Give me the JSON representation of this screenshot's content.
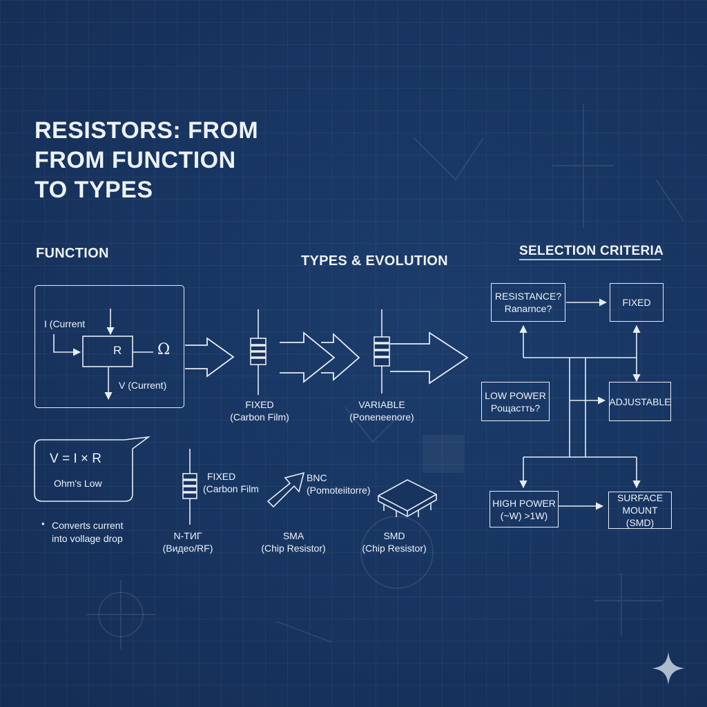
{
  "title_lines": [
    "RESISTORS: FROM",
    "FROM FUNCTION",
    "TO TYPES"
  ],
  "sections": {
    "function": "FUNCTION",
    "types": "TYPES & EVOLUTION",
    "selection": "SELECTION CRITERIA"
  },
  "function_box": {
    "current_in": "I (Current",
    "resistor": "R",
    "ohm_symbol": "Ω",
    "voltage": "V  (Current)"
  },
  "ohm_bubble": {
    "formula": "V = I × R",
    "law": "Ohm's Low"
  },
  "bullet": {
    "marker": "•",
    "lines": [
      "Converts current",
      "into vollage drop"
    ]
  },
  "types_row1": [
    {
      "name": "FIXED",
      "sub": "(Carbon Film)"
    },
    {
      "name": "VARIABLE",
      "sub": "(Ponenеenore)"
    }
  ],
  "types_row2": {
    "fixed_name": "FIXED",
    "fixed_sub": "(Carbon Film",
    "bnc_name": "BNC",
    "bnc_sub": "(Pomoteiitorre)",
    "ntig_name": "N-TИГ",
    "ntig_sub": "(Bидeo/RF)",
    "sma_name": "SMA",
    "sma_sub": "(Chip Resistor)",
    "smd_name": "SMD",
    "smd_sub": "(Chip Resistor)"
  },
  "selection_nodes": {
    "resistance": [
      "RESISTANCE?",
      "Ranarnce?"
    ],
    "fixed": [
      "FIXED"
    ],
    "low_power": [
      "LOW POWER",
      "Poщacтть?"
    ],
    "adjustable": [
      "ADJUSTABLE"
    ],
    "high_power": [
      "HIGH POWER",
      "(~W) >1W)"
    ],
    "surface_mount": [
      "SURFACE",
      "MOUNT",
      "(SMD)"
    ]
  },
  "colors": {
    "background": "#17335e",
    "line": "#e6edf8",
    "text": "#eef3fb"
  }
}
